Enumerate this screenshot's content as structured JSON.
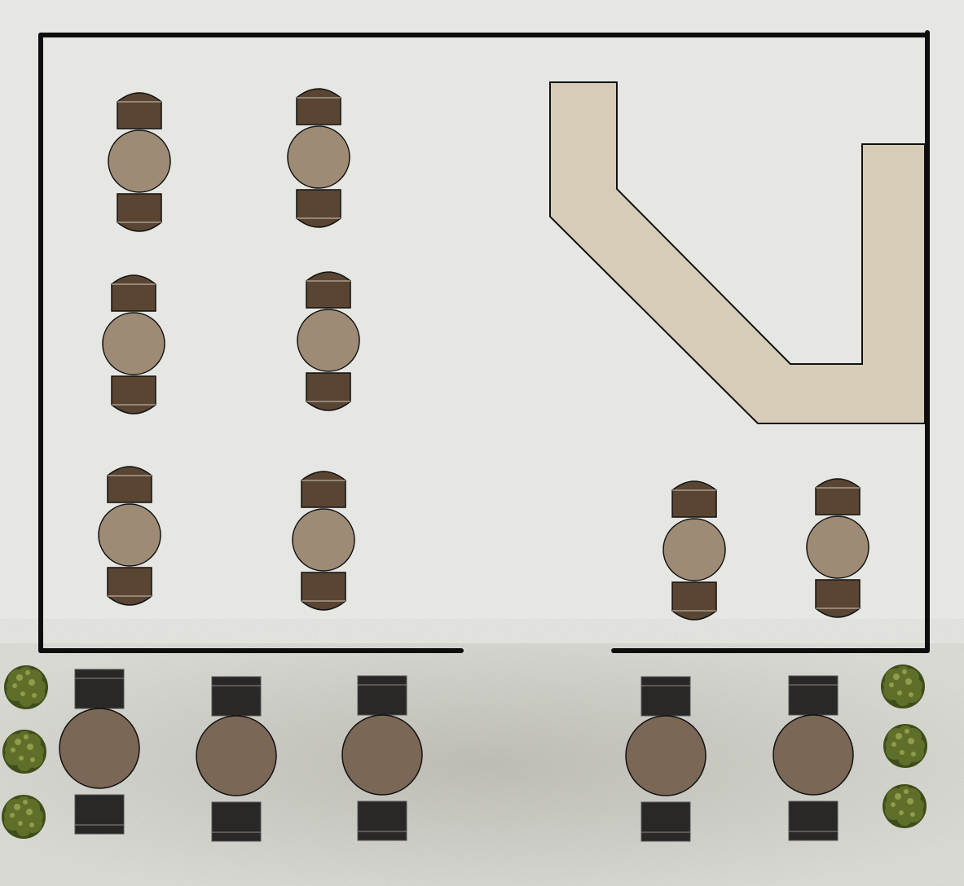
{
  "colors": {
    "floor": "#e6e7e2",
    "wall": "#0d0d0d",
    "bar_counter": "#d6ccb8",
    "indoor_table": "#9e8b76",
    "indoor_chair": "#5a4533",
    "patio_table": "#7b6756",
    "patio_chair": "#292826",
    "shrub": "#5f6f2a",
    "patio_ground": "#c9c9c2"
  },
  "icons": {
    "indoor_table": "round-table-icon",
    "indoor_chair": "chair-icon",
    "patio_table": "round-table-icon",
    "patio_chair": "chair-icon",
    "shrub": "shrub-icon"
  },
  "counts": {
    "indoor_tables": 8,
    "patio_tables": 5,
    "shrubs": 6
  }
}
